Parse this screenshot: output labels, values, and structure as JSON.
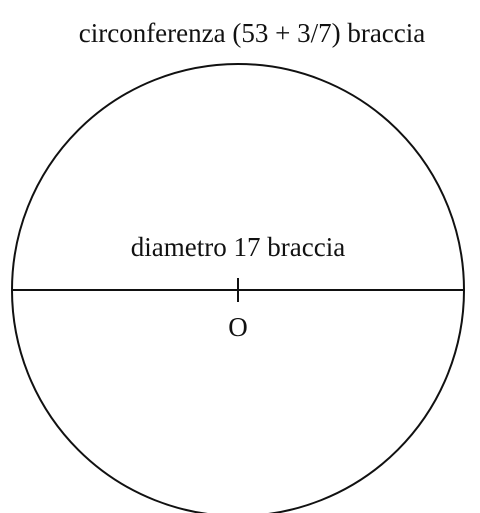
{
  "diagram": {
    "circumference_label": "circonferenza (53 + 3/7) braccia",
    "diameter_label": "diametro 17 braccia",
    "center_label": "O",
    "stroke_color": "#111111",
    "background_color": "#ffffff"
  }
}
